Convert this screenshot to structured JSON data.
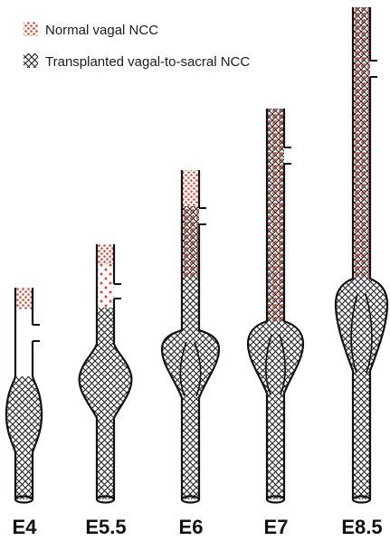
{
  "legend": [
    {
      "label": "Normal vagal NCC",
      "swatch": "red-dotted"
    },
    {
      "label": "Transplanted vagal-to-sacral NCC",
      "swatch": "crosshatch"
    }
  ],
  "stages": [
    {
      "label": "E4"
    },
    {
      "label": "E5.5"
    },
    {
      "label": "E6"
    },
    {
      "label": "E7"
    },
    {
      "label": "E8.5"
    }
  ],
  "colors": {
    "normal_vagal_ncc": "#e8432a",
    "transplanted_ncc": "#222222",
    "outline": "#111111"
  }
}
